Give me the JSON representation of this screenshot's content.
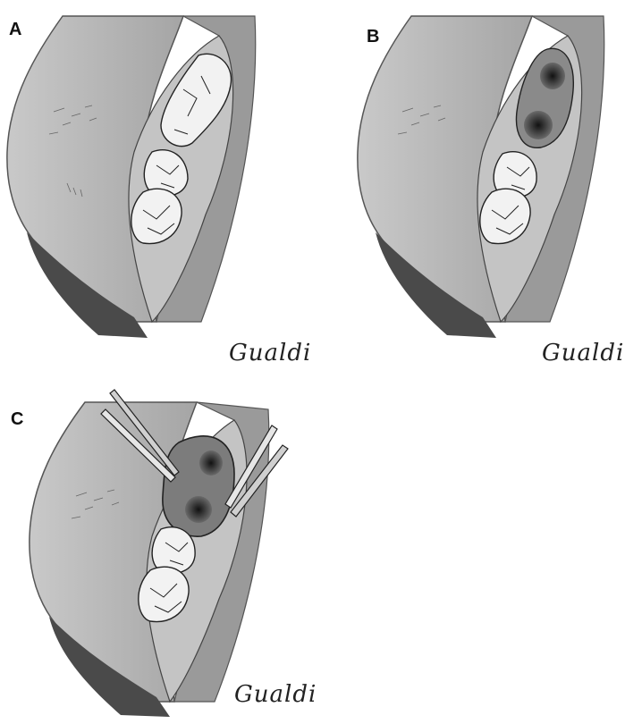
{
  "panels": [
    {
      "label": "A",
      "signature": "Gualdi"
    },
    {
      "label": "B",
      "signature": "Gualdi"
    },
    {
      "label": "C",
      "signature": "Gualdi"
    }
  ],
  "colors": {
    "skin": "#b9b9b9",
    "mucosa": "#8a8a8a",
    "dark": "#3a3a3a",
    "tooth": "#f2f2f2",
    "line": "#2a2a2a"
  }
}
